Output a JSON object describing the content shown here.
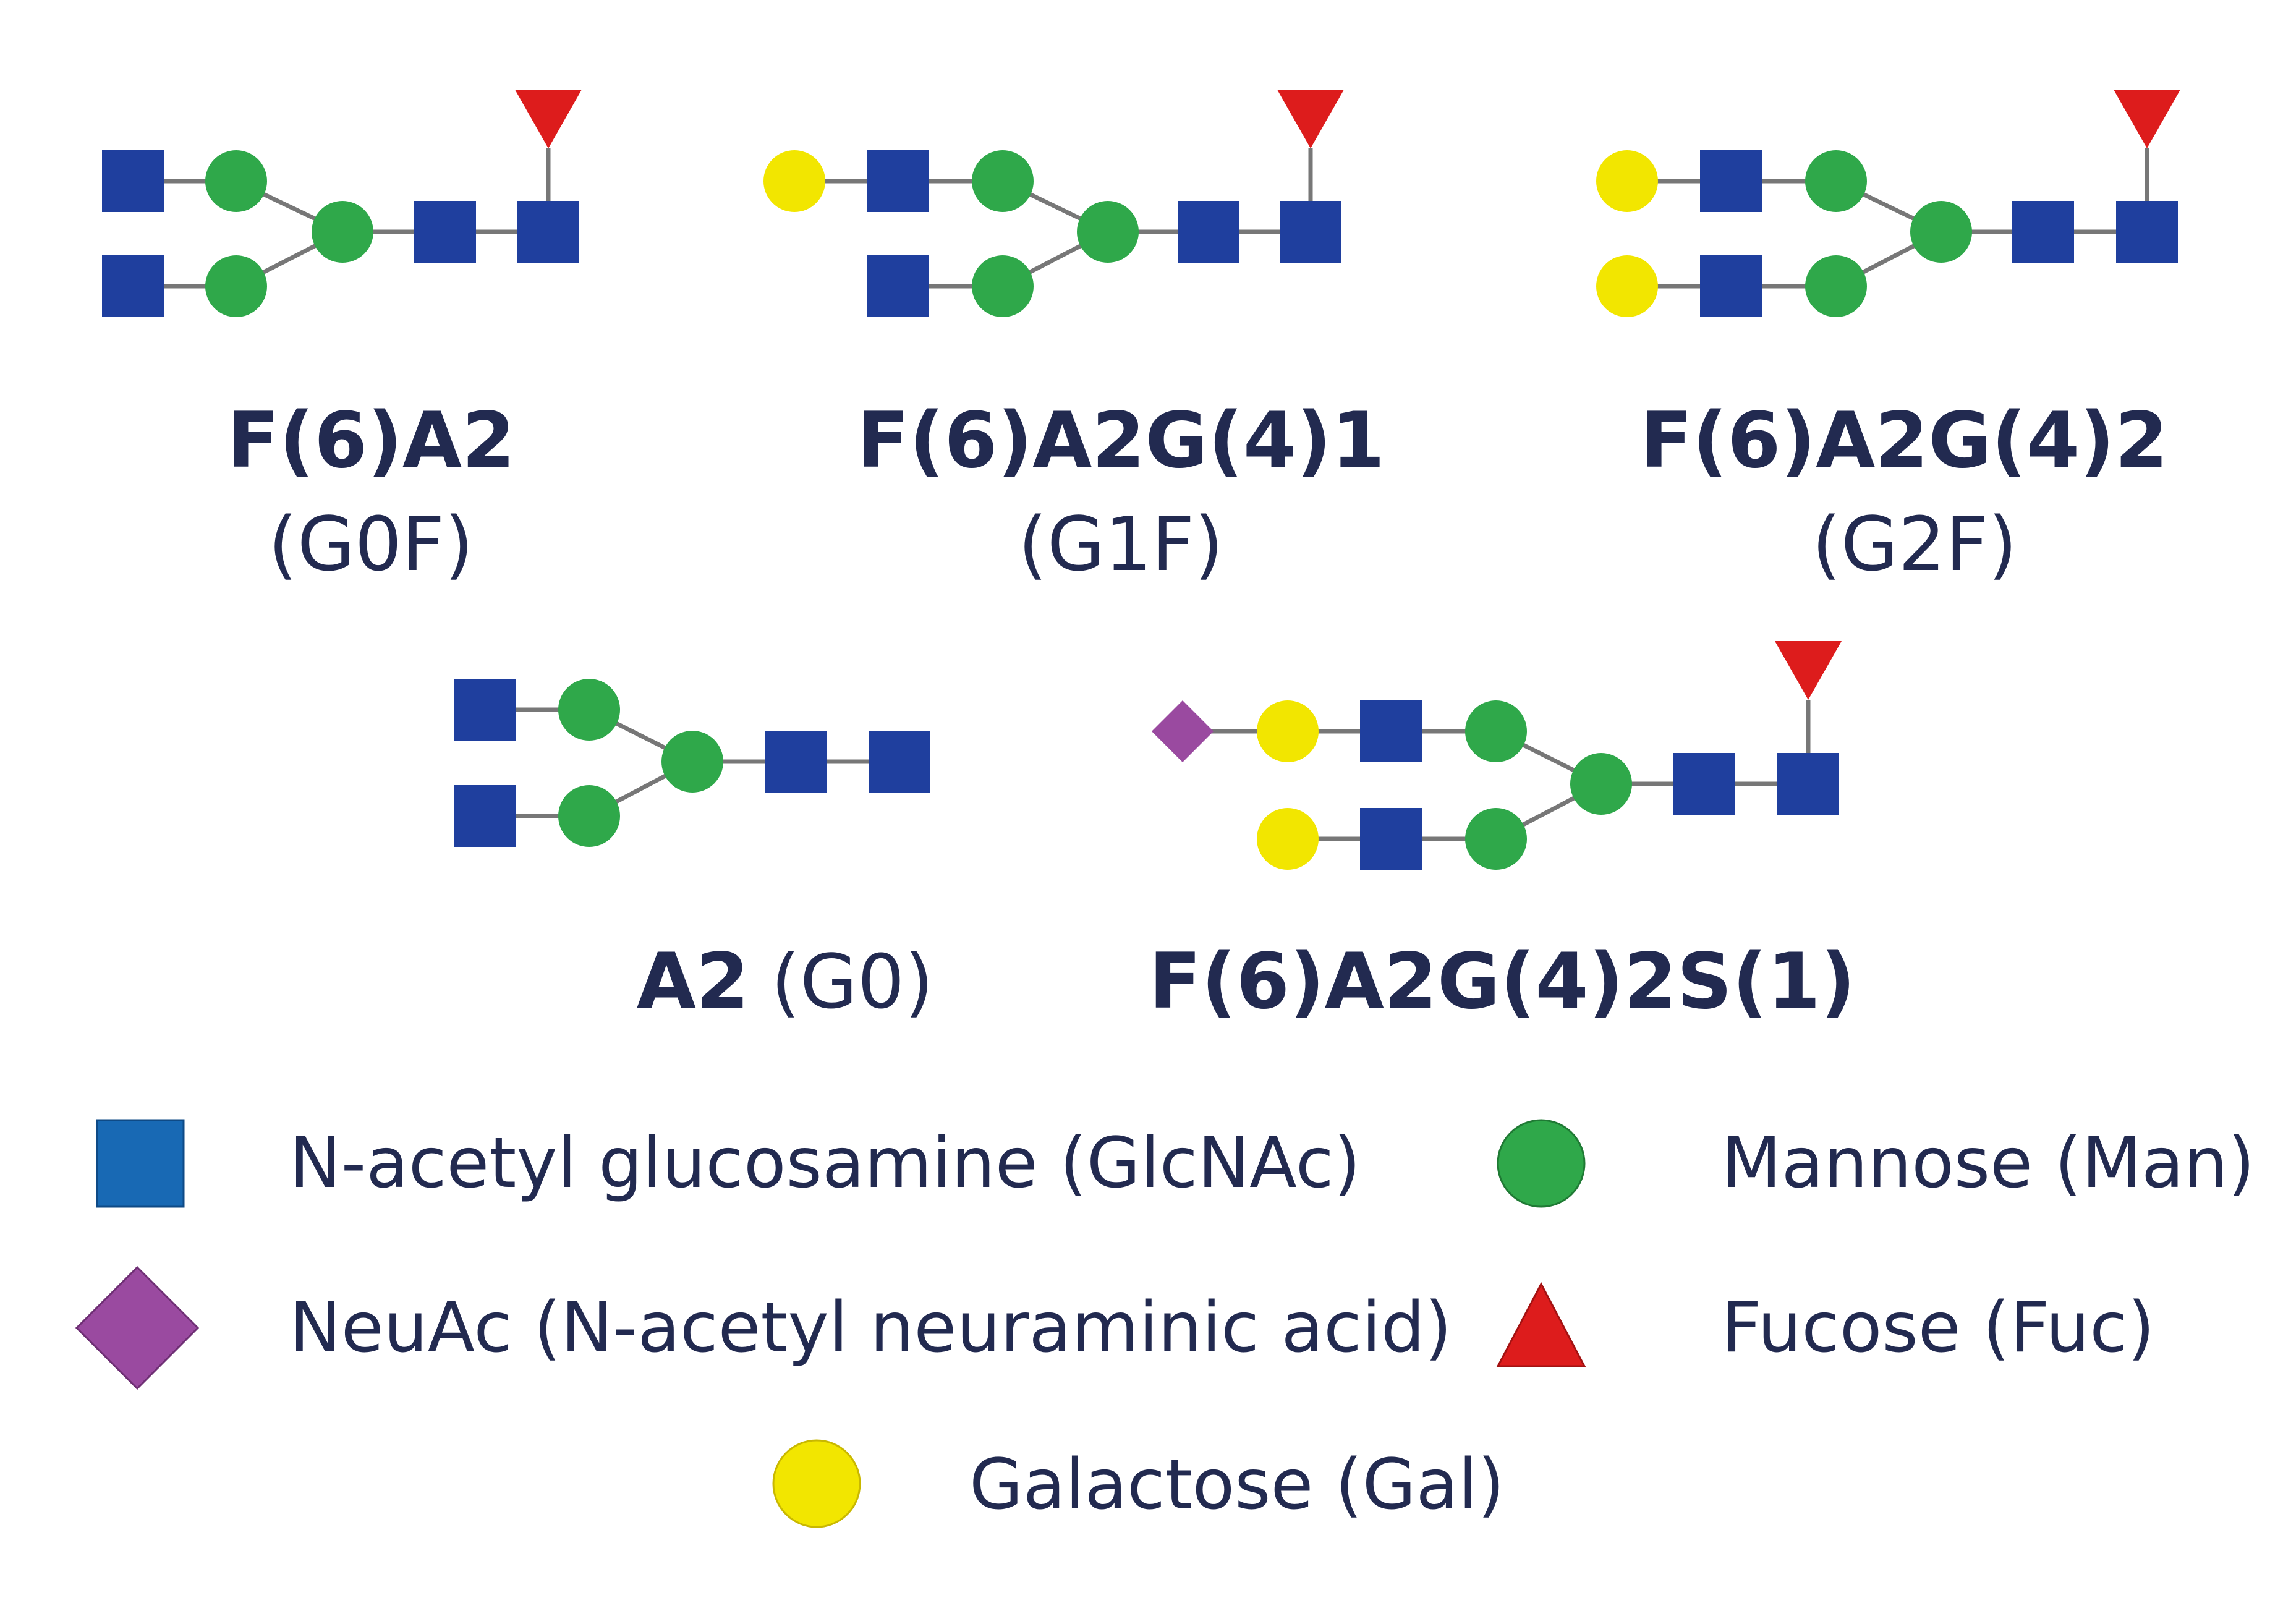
{
  "colors": {
    "glcnac_structure": "#1f3f9e",
    "glcnac_legend": "#1869b4",
    "mannose": "#2fa84a",
    "galactose": "#f2e600",
    "neuac": "#9a4aa0",
    "fucose": "#dd1c1c",
    "bond": "#777777",
    "text": "#222a50"
  },
  "structures": [
    {
      "name": "F(6)A2",
      "short": "(G0F)",
      "residues": [
        "GlcNAc",
        "GlcNAc",
        "Man",
        "Man",
        "Man",
        "GlcNAc",
        "GlcNAc",
        "Fuc"
      ]
    },
    {
      "name": "F(6)A2G(4)1",
      "short": "(G1F)",
      "residues": [
        "Gal",
        "GlcNAc",
        "GlcNAc",
        "Man",
        "Man",
        "Man",
        "GlcNAc",
        "GlcNAc",
        "Fuc"
      ]
    },
    {
      "name": "F(6)A2G(4)2",
      "short": "(G2F)",
      "residues": [
        "Gal",
        "Gal",
        "GlcNAc",
        "GlcNAc",
        "Man",
        "Man",
        "Man",
        "GlcNAc",
        "GlcNAc",
        "Fuc"
      ]
    },
    {
      "name": "A2",
      "short": "(G0)",
      "residues": [
        "GlcNAc",
        "GlcNAc",
        "Man",
        "Man",
        "Man",
        "GlcNAc",
        "GlcNAc"
      ]
    },
    {
      "name": "F(6)A2G(4)2S(1)",
      "short": "",
      "residues": [
        "NeuAc",
        "Gal",
        "Gal",
        "GlcNAc",
        "GlcNAc",
        "Man",
        "Man",
        "Man",
        "GlcNAc",
        "GlcNAc",
        "Fuc"
      ]
    }
  ],
  "legend": [
    {
      "symbol": "square-icon",
      "label": "N-acetyl glucosamine (GlcNAc)"
    },
    {
      "symbol": "circle-icon",
      "label": "Mannose (Man)"
    },
    {
      "symbol": "diamond-icon",
      "label": "NeuAc (N-acetyl neuraminic acid)"
    },
    {
      "symbol": "triangle-icon",
      "label": "Fucose (Fuc)"
    },
    {
      "symbol": "circle-icon",
      "label": "Galactose (Gal)"
    }
  ]
}
